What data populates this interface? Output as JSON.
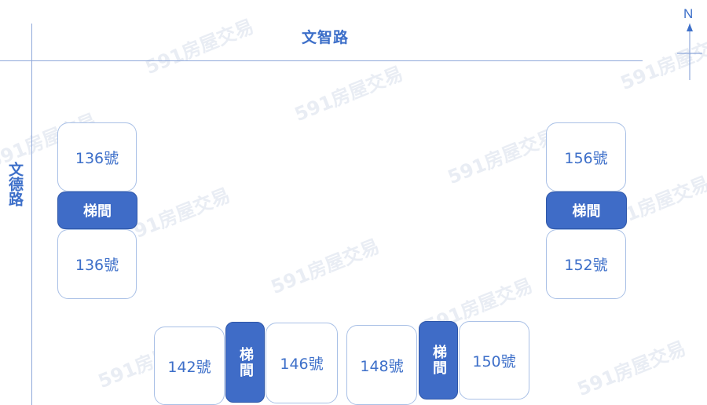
{
  "roads": {
    "north": "文智路",
    "west": "文德路"
  },
  "compass": {
    "north_label": "N"
  },
  "units": {
    "left_top": "136號",
    "left_bottom": "136號",
    "right_top": "156號",
    "right_bottom": "152號",
    "bottom_142": "142號",
    "bottom_146": "146號",
    "bottom_148": "148號",
    "bottom_150": "150號"
  },
  "stairs": {
    "left": "梯間",
    "right": "梯間",
    "bottom_left": "梯間",
    "bottom_right": "梯間"
  },
  "watermark": "591房屋交易"
}
